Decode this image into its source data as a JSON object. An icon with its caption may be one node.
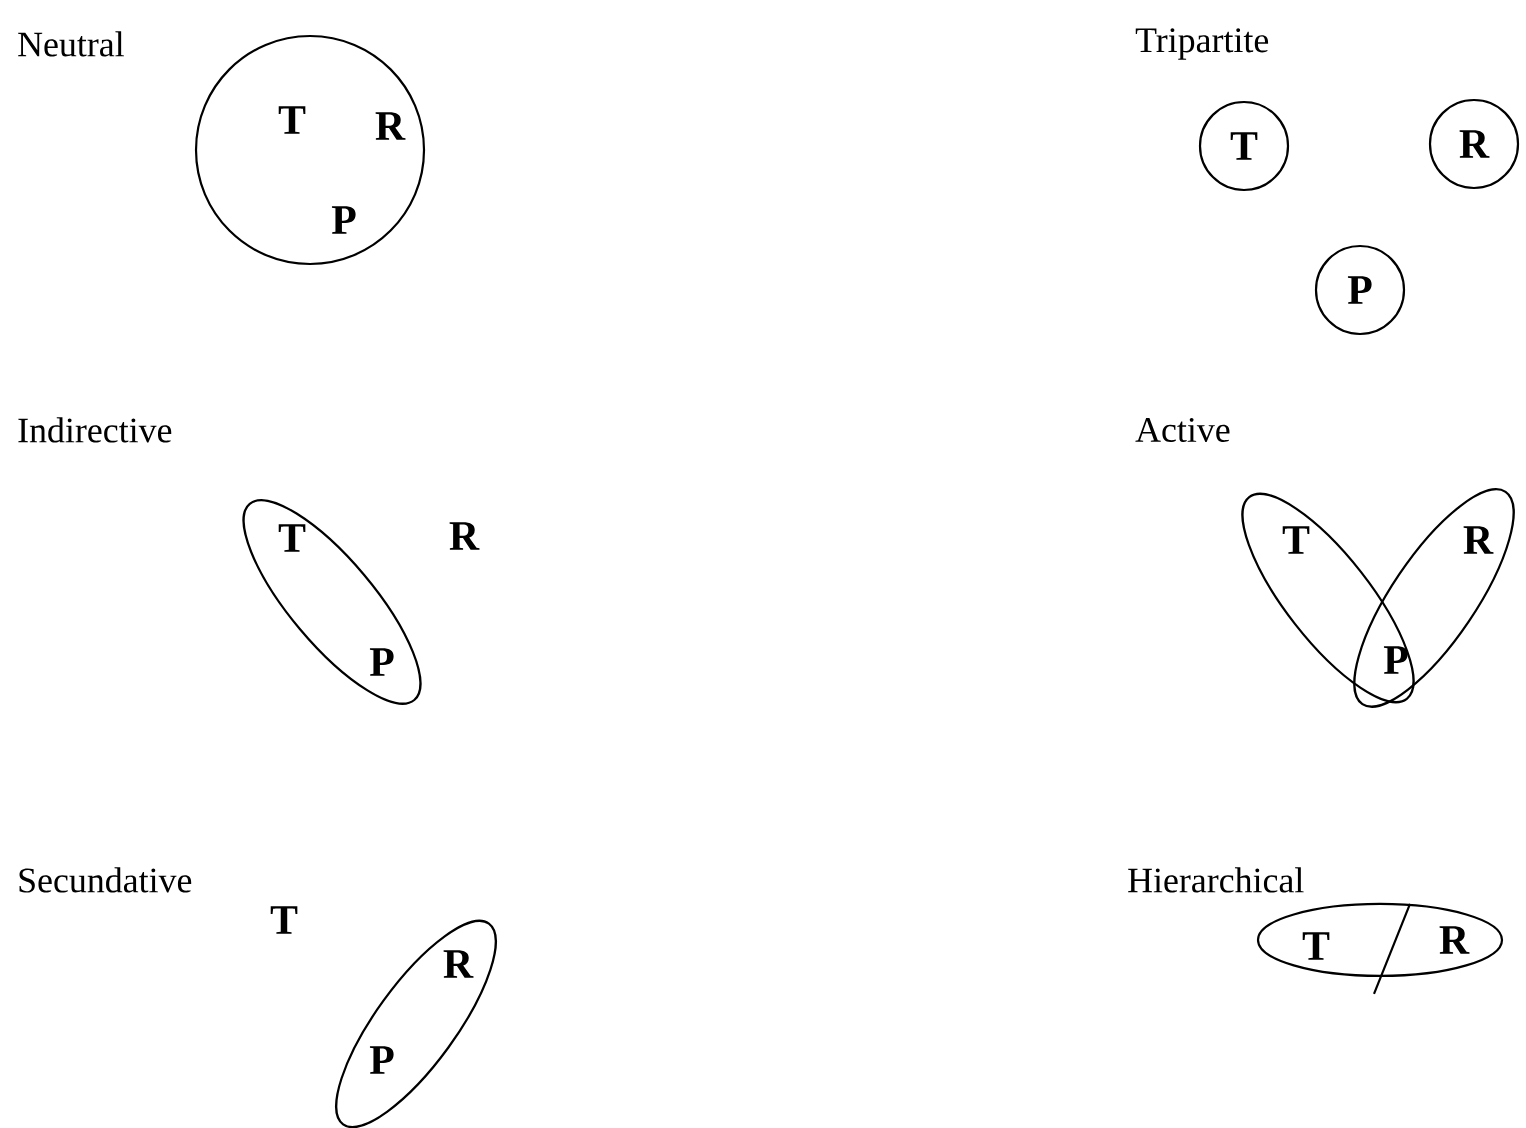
{
  "diagram": {
    "nodes": [
      {
        "text": [],
        "shape": "circle"
      },
      {
        "text": [
          "T"
        ],
        "in": 0
      },
      {
        "text": [
          "R"
        ],
        "in": 0
      },
      {
        "text": [
          "P"
        ],
        "in": 0
      },
      {
        "text": [
          "T"
        ]
      },
      {
        "text": [
          "R"
        ]
      },
      {
        "text": [
          "P"
        ]
      },
      {
        "text": [],
        "shape": "ellipse"
      },
      {
        "text": [
          "T"
        ],
        "in": 7
      },
      {
        "text": [
          "R"
        ]
      },
      {
        "text": [
          "P"
        ],
        "in": 7
      },
      {
        "text": [],
        "shape": "ellipse"
      },
      {
        "text": [],
        "shape": "ellipse"
      },
      {
        "text": [
          "T"
        ],
        "in": 11
      },
      {
        "text": [
          "R"
        ],
        "in": 12
      },
      {
        "text": [
          "P"
        ]
      },
      {
        "text": [
          "T"
        ]
      },
      {
        "text": [],
        "shape": "ellipse"
      },
      {
        "text": [
          "R"
        ],
        "in": 17
      },
      {
        "text": [
          "P"
        ],
        "in": 17
      },
      {
        "text": [],
        "shape": "ellipse"
      },
      {
        "text": [
          "T"
        ],
        "in": 20
      },
      {
        "text": [
          "R"
        ],
        "in": 20
      }
    ],
    "labels": [
      "Neutral",
      "Tripartite",
      "Indirective",
      "Active",
      "Secundative",
      "Hierarchical"
    ]
  }
}
